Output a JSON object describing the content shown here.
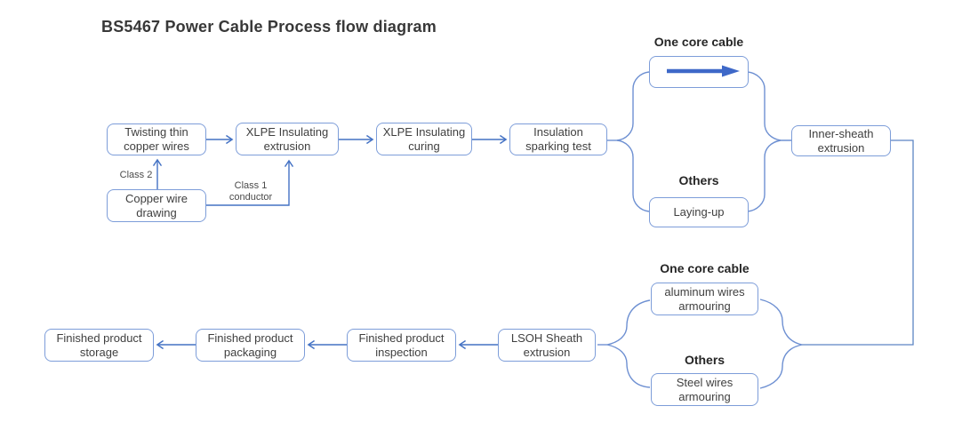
{
  "title": "BS5467 Power Cable Process flow diagram",
  "nodes": {
    "twisting": "Twisting thin copper wires",
    "xlpe_extrusion": "XLPE Insulating extrusion",
    "xlpe_curing": "XLPE Insulating curing",
    "sparking_test": "Insulation sparking test",
    "copper_drawing": "Copper wire drawing",
    "laying_up": "Laying-up",
    "inner_sheath": "Inner-sheath extrusion",
    "aluminum_armouring": "aluminum wires armouring",
    "steel_armouring": "Steel wires armouring",
    "lsoh_extrusion": "LSOH Sheath extrusion",
    "inspection": "Finished product inspection",
    "packaging": "Finished product packaging",
    "storage": "Finished product storage"
  },
  "branch_labels": {
    "one_core_top": "One core cable",
    "others_top": "Others",
    "one_core_bottom": "One core cable",
    "others_bottom": "Others"
  },
  "edge_labels": {
    "class2": "Class 2",
    "class1": "Class 1 conductor"
  },
  "icons": {
    "pass_through": "right-arrow-icon"
  },
  "colors": {
    "connector": "#4472C4",
    "brace": "#6E90D2",
    "box_border": "#7D9DD9",
    "block_arrow": "#3E68C8",
    "text": "#3F3F3F",
    "title_text": "#383838"
  }
}
